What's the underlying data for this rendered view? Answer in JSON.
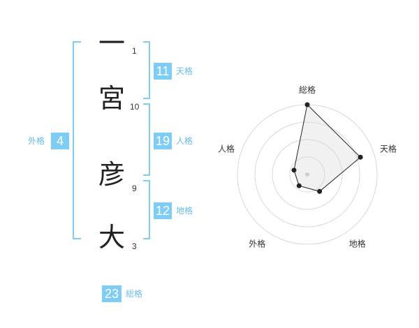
{
  "name": {
    "chars": [
      {
        "char": "一",
        "strokes": "1"
      },
      {
        "char": "宮",
        "strokes": "10"
      },
      {
        "char": "彦",
        "strokes": "9"
      },
      {
        "char": "大",
        "strokes": "3"
      }
    ]
  },
  "fortunes": {
    "tenkaku": {
      "value": "11",
      "label": "天格"
    },
    "jinkaku": {
      "value": "19",
      "label": "人格"
    },
    "chikaku": {
      "value": "12",
      "label": "地格"
    },
    "gaikaku": {
      "value": "4",
      "label": "外格"
    },
    "soukaku": {
      "value": "23",
      "label": "総格"
    }
  },
  "colors": {
    "accent": "#7ecdf6",
    "accent_text": "#67bde9"
  },
  "chart_data": {
    "type": "radar",
    "axes": [
      "総格",
      "天格",
      "地格",
      "外格",
      "人格"
    ],
    "scale_max": 5,
    "rings": 4,
    "values": [
      5,
      4,
      1.5,
      1,
      1
    ]
  }
}
